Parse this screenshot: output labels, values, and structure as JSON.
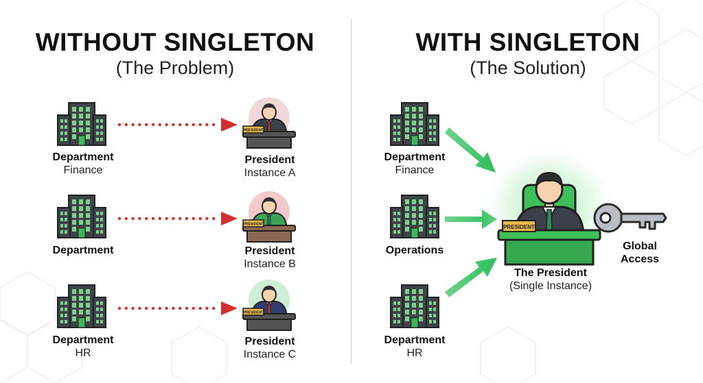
{
  "left": {
    "title": "WITHOUT SINGLETON",
    "subtitle": "(The Problem)",
    "departments": [
      {
        "name": "Department",
        "sub": "Finance"
      },
      {
        "name": "Department",
        "sub": ""
      },
      {
        "name": "Department",
        "sub": "HR"
      }
    ],
    "presidents": [
      {
        "name": "President",
        "sub": "Instance A",
        "plate": "PRESIDENT",
        "suit": "#3b3f4a",
        "tie": "#c0392b",
        "halo": "#f0d8d8",
        "desk": "#545454"
      },
      {
        "name": "President",
        "sub": "Instance B",
        "plate": "PRESIDENT",
        "suit": "#3aa655",
        "tie": "#2e8b57",
        "halo": "#f4c9c9",
        "desk": "#8a6a52"
      },
      {
        "name": "President",
        "sub": "Instance C",
        "plate": "PRESIDENT",
        "suit": "#2f3e6e",
        "tie": "#c0392b",
        "halo": "#cfeed6",
        "desk": "#545454"
      }
    ],
    "arrow_color": "#d32f2f"
  },
  "right": {
    "title": "WITH SINGLETON",
    "subtitle": "(The Solution)",
    "departments": [
      {
        "name": "Department",
        "sub": "Finance"
      },
      {
        "name": "Operations",
        "sub": ""
      },
      {
        "name": "Department",
        "sub": "HR"
      }
    ],
    "president": {
      "name": "The President",
      "sub": "(Single Instance)",
      "plate": "PRESIDENT"
    },
    "key": {
      "label_line1": "Global",
      "label_line2": "Access"
    },
    "arrow_color": "#2fbf5a"
  },
  "colors": {
    "building": "#3d4347",
    "window": "#7fd08f",
    "door": "#3fb55c",
    "desk_green": "#3fbf5a",
    "gold": "#d9a63a"
  }
}
